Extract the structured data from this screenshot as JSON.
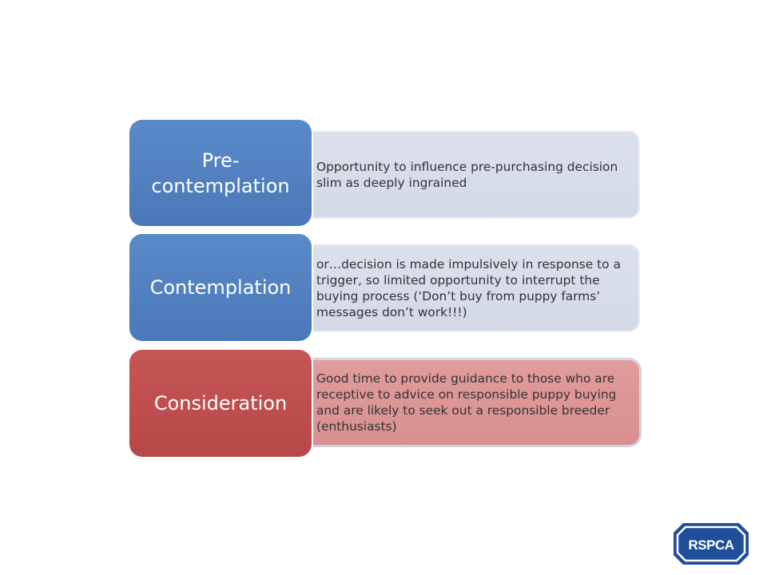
{
  "stages": [
    {
      "name": "Pre-\ncontemplation",
      "bullet": "Opportunity to influence pre-purchasing decision slim as deeply ingrained",
      "color": "#4f81bd"
    },
    {
      "name": "Contemplation",
      "bullet": "or…decision is made impulsively in response to a trigger, so limited opportunity to interrupt the buying process (‘Don’t buy from puppy farms’ messages don’t work!!!)",
      "color": "#4f81bd"
    },
    {
      "name": "Consideration",
      "bullet": "Good time to provide guidance to those who are receptive to advice on responsible puppy buying  and are likely to seek out a responsible breeder (enthusiasts)",
      "color": "#c0504d"
    }
  ],
  "logo": {
    "text": "RSPCA",
    "color": "#1f4e9a"
  }
}
